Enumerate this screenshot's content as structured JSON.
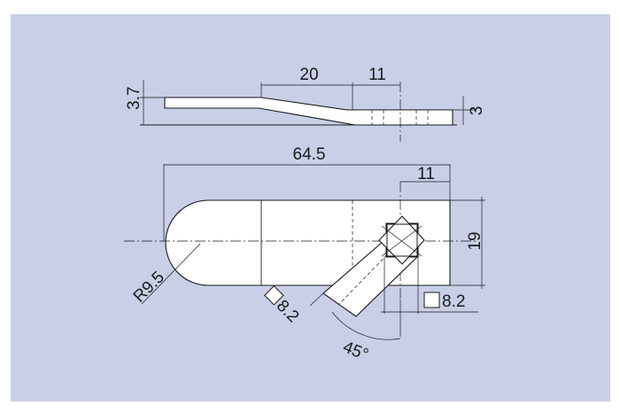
{
  "drawing": {
    "background_color": "#c8cfe6",
    "line_color": "#1a1a1a",
    "part_fill": "#ffffff",
    "side_view": {
      "dim_thickness_left": "3.7",
      "dim_slope_length": "20",
      "dim_hole_offset": "11",
      "dim_thickness_right": "3"
    },
    "top_view": {
      "dim_overall_length": "64.5",
      "dim_hole_offset": "11",
      "dim_width": "19",
      "dim_radius": "R9.5",
      "dim_square_rotated": "8.2",
      "dim_square_straight": "8.2",
      "dim_angle": "45°"
    }
  }
}
